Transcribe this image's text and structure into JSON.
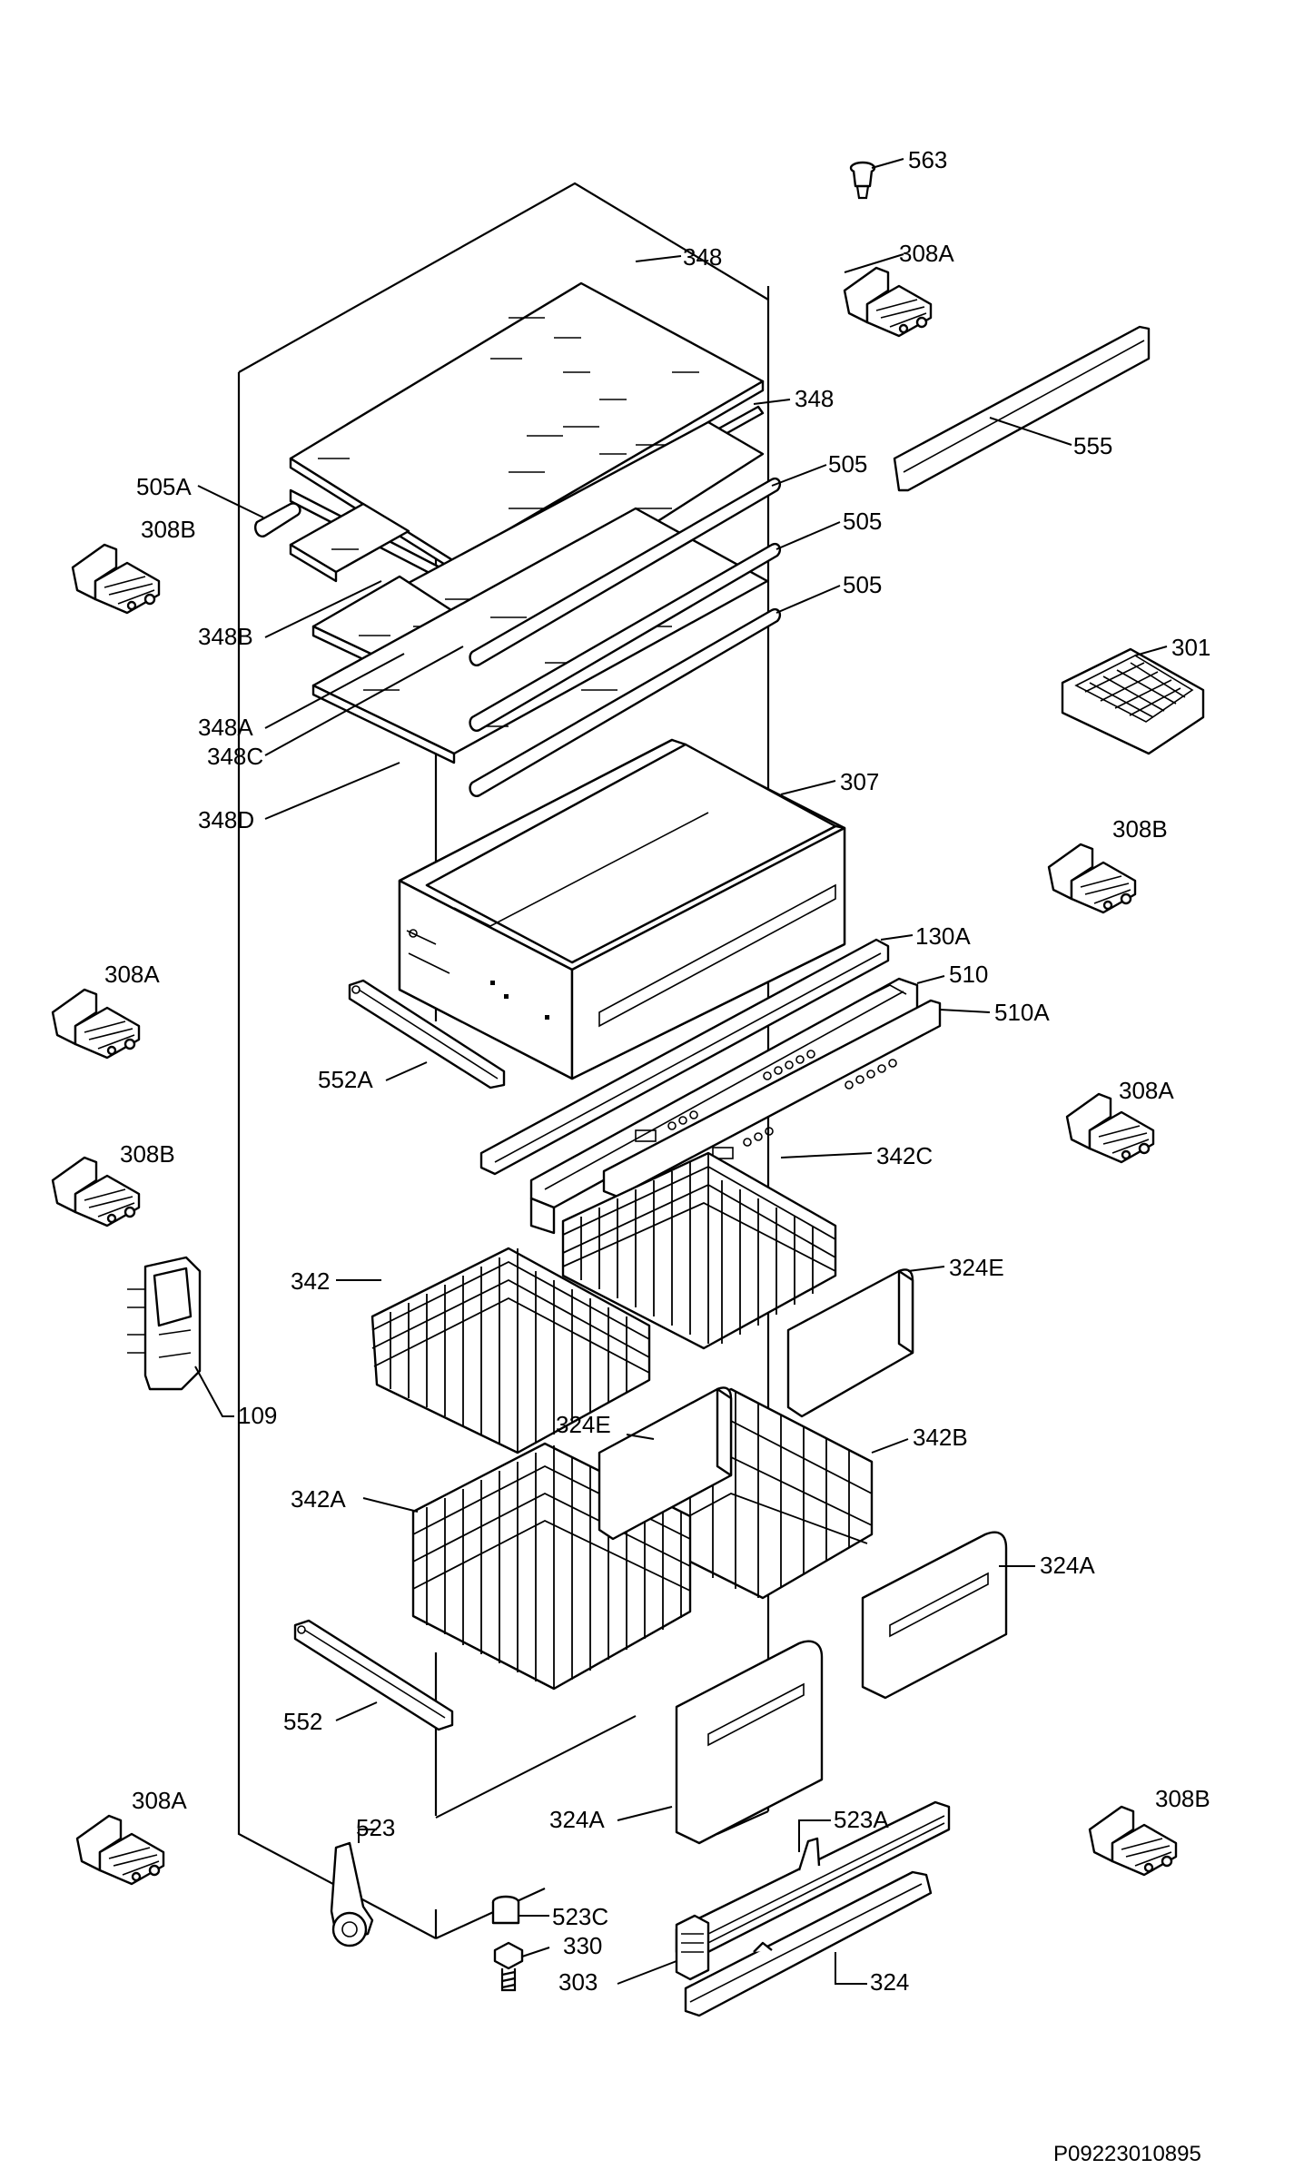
{
  "diagram": {
    "document_code": "P09223010895",
    "labels": {
      "563": "563",
      "308A_top": "308A",
      "348_top": "348",
      "348_second": "348",
      "555": "555",
      "505A": "505A",
      "505_1": "505",
      "505_2": "505",
      "505_3": "505",
      "308B_left_top": "308B",
      "348B": "348B",
      "348A": "348A",
      "348C": "348C",
      "348D": "348D",
      "301": "301",
      "307": "307",
      "308B_right_top": "308B",
      "130A": "130A",
      "510": "510",
      "510A": "510A",
      "308A_left_mid": "308A",
      "552A": "552A",
      "308A_right_mid": "308A",
      "308B_left_mid": "308B",
      "342C": "342C",
      "342": "342",
      "324E_right": "324E",
      "109": "109",
      "324E_mid": "324E",
      "342B": "342B",
      "342A": "342A",
      "324A_right": "324A",
      "552": "552",
      "308A_left_bottom": "308A",
      "523": "523",
      "324A_mid": "324A",
      "523A": "523A",
      "308B_right_bottom": "308B",
      "523C": "523C",
      "330": "330",
      "303": "303",
      "324": "324"
    }
  }
}
